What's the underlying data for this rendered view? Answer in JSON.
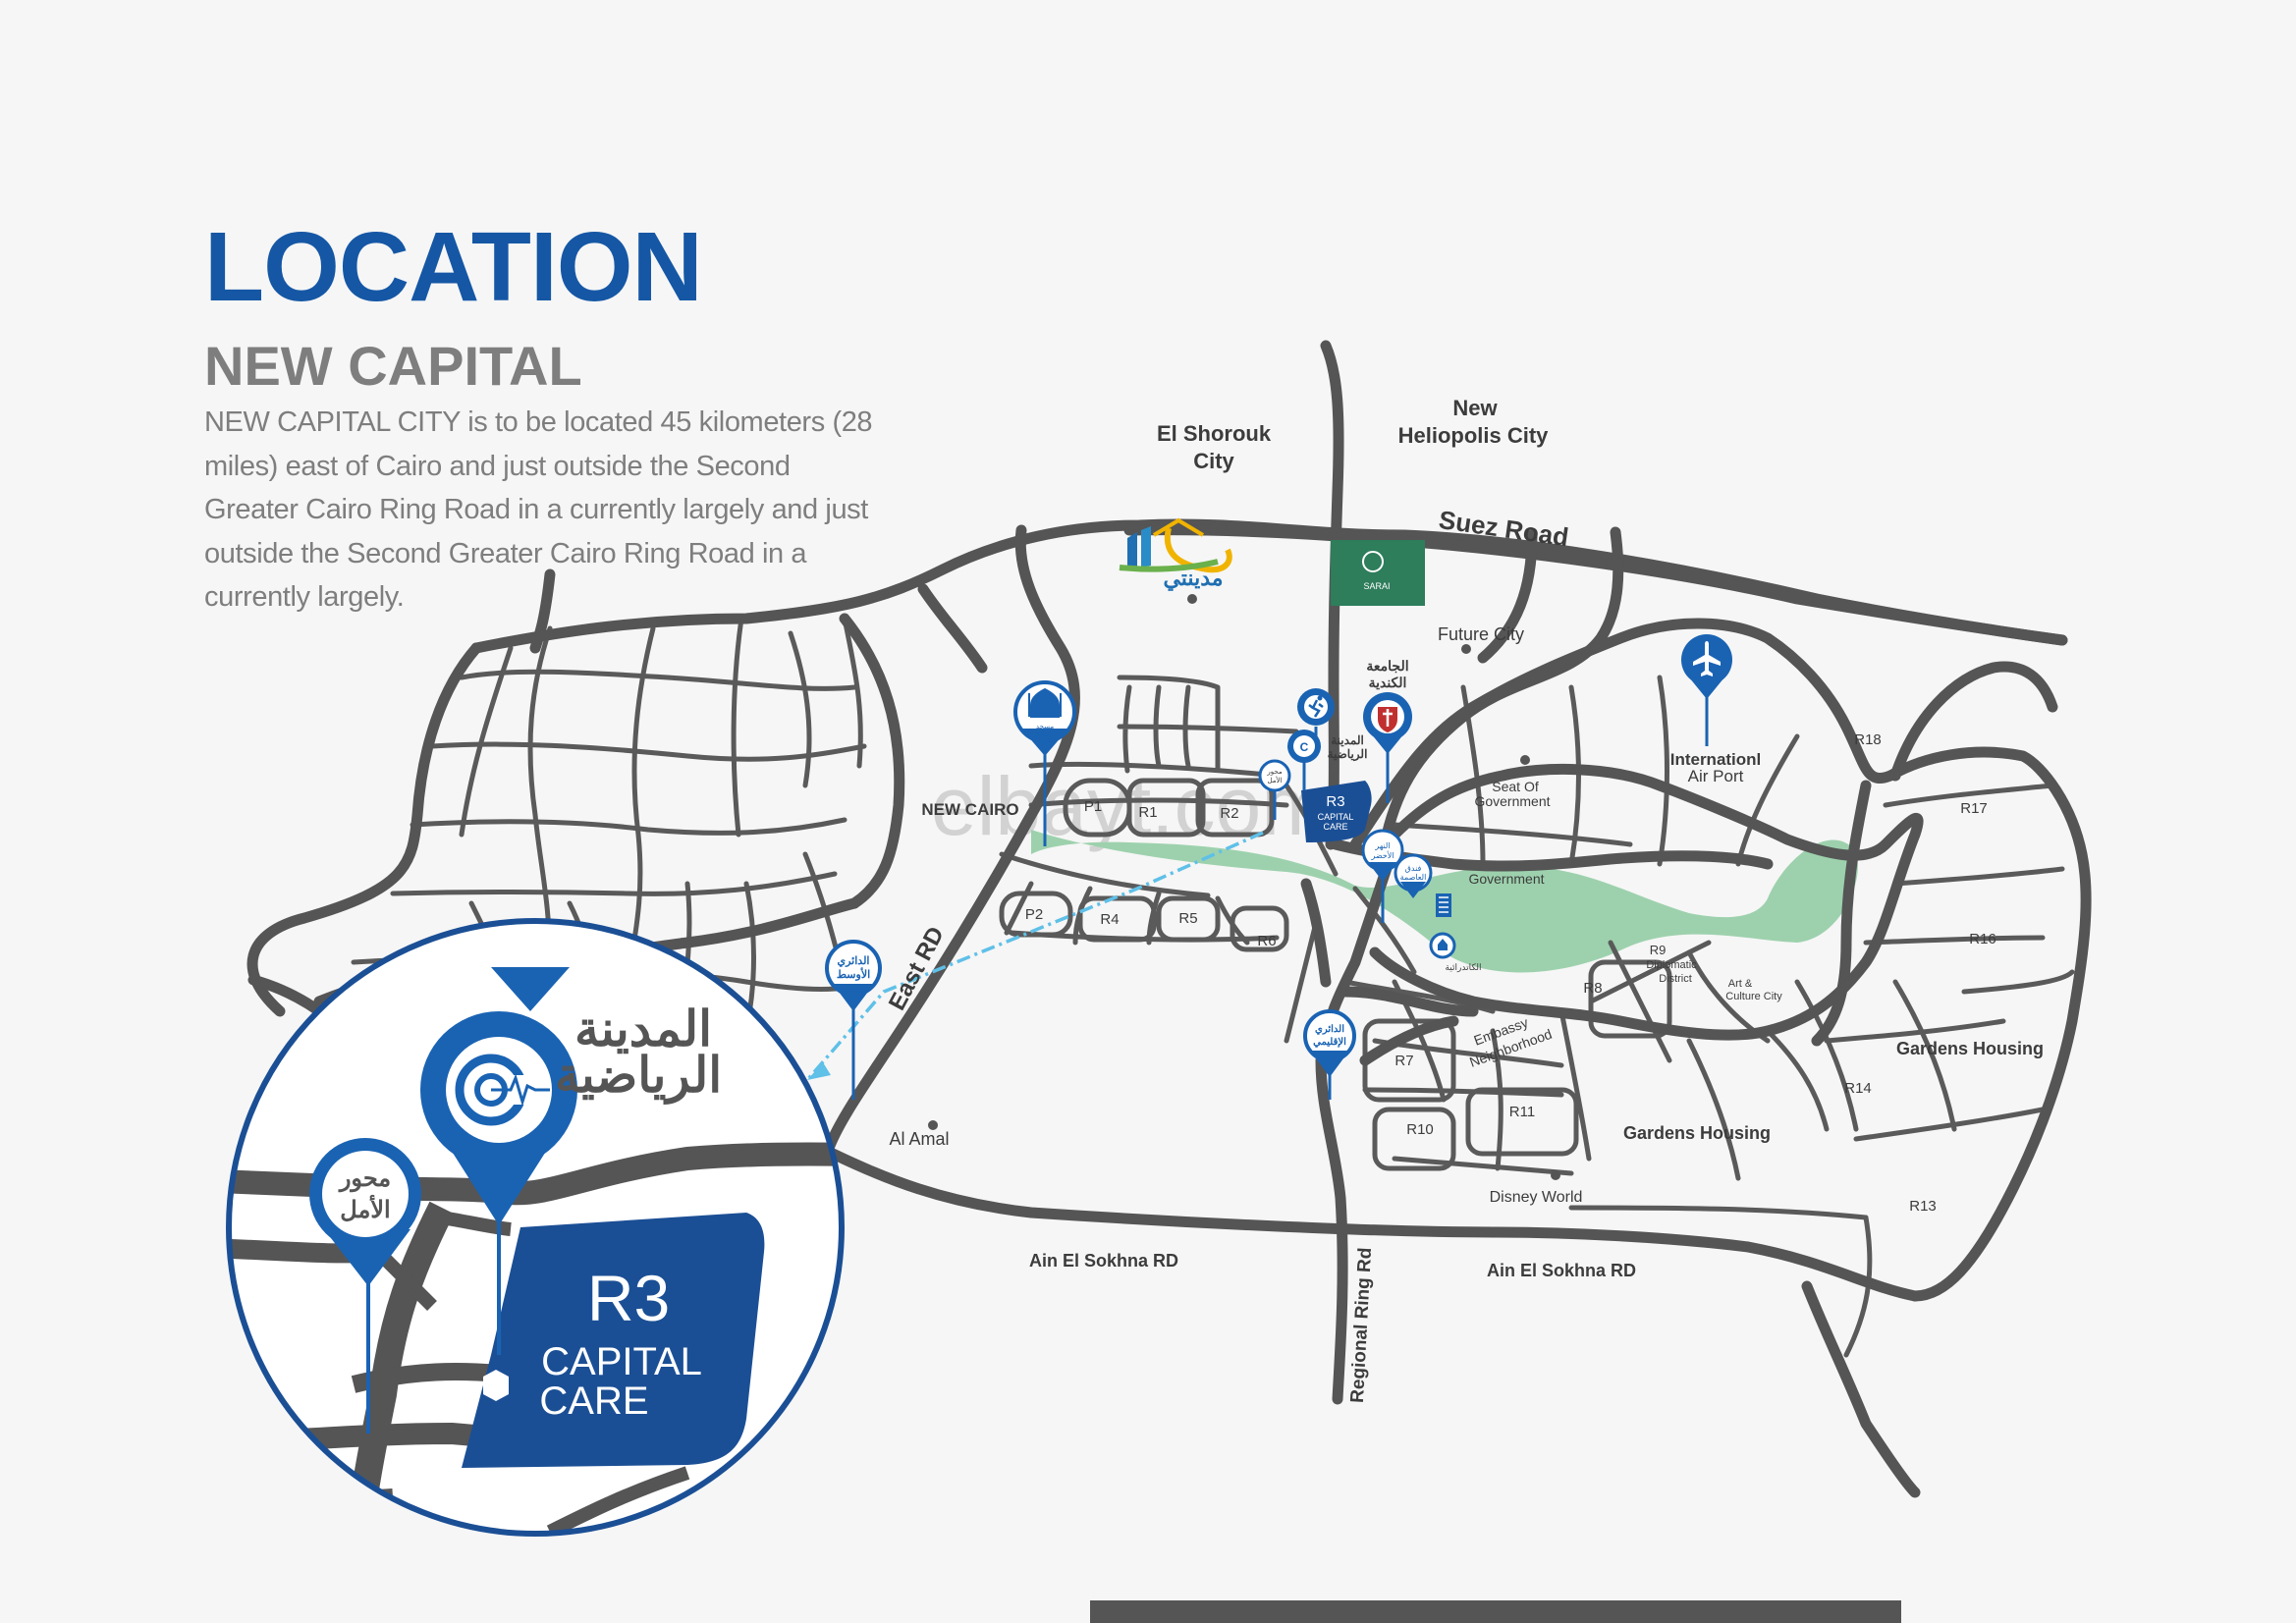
{
  "header": {
    "title": "LOCATION",
    "subtitle": "NEW CAPITAL",
    "description": "NEW CAPITAL CITY is to be located 45 kilometers (28 miles) east of Cairo and just outside the Second Greater Cairo Ring Road in a currently largely and just outside the Second Greater Cairo Ring Road in a currently largely."
  },
  "colors": {
    "title_blue": "#1557a5",
    "marker_blue": "#1a63b3",
    "road_gray": "#555555",
    "green_river": "#9dd1ad",
    "sarai_green": "#2e7d5b"
  },
  "map": {
    "labels": {
      "el_shorouk": [
        "El Shorouk",
        "City"
      ],
      "new_heliopolis": [
        "New",
        "Heliopolis City"
      ],
      "suez_road": "Suez Road",
      "future_city": "Future City",
      "new_cairo": "NEW CAIRO",
      "east_rd": "East RD",
      "al_amal": "Al Amal",
      "seat_of_gov": [
        "Seat Of",
        "Government"
      ],
      "government": "Government",
      "airport": [
        "Internationl",
        "Air Port"
      ],
      "r9_diplomatic": [
        "R9",
        "Diplomatic",
        "District"
      ],
      "art_culture": [
        "Art &",
        "Culture City"
      ],
      "embassy": [
        "Embassy",
        "Neighborhood"
      ],
      "gardens_housing_1": "Gardens Housing",
      "gardens_housing_2": "Gardens Housing",
      "disney_world": "Disney World",
      "ain_sokhna_1": "Ain El Sokhna RD",
      "ain_sokhna_2": "Ain El Sokhna RD",
      "regional_ring": "Regional Ring Rd",
      "al_gamaa": [
        "الجامعة",
        "الكندية"
      ],
      "madinaty_logo": "مدينتي",
      "sarai_logo": "SARAI",
      "watermark": "elbayt.com"
    },
    "districts": [
      "P1",
      "R1",
      "R2",
      "P2",
      "R4",
      "R5",
      "R6",
      "R7",
      "R8",
      "R10",
      "R11",
      "R13",
      "R14",
      "R16",
      "R17",
      "R18"
    ],
    "r3_label": "R3",
    "r3_sublabel": [
      "CAPITAL",
      "CARE"
    ],
    "markers": {
      "mosque": [
        "مسجد",
        "الفتاح",
        "العليم"
      ],
      "sports_city": [
        "المدينة",
        "الرياضية"
      ],
      "mehwar": [
        "محور",
        "الأمل"
      ],
      "green_river": [
        "النهر",
        "الأخضر"
      ],
      "capital_hotel": [
        "فندق",
        "العاصمة"
      ],
      "cathedral": "الكاتدرائية",
      "middle_ring": [
        "الدائري",
        "الأوسط"
      ],
      "regional_ring_ar": [
        "الدائري",
        "الإقليمي"
      ]
    }
  },
  "inset": {
    "sports_city": [
      "المدينة",
      "الرياضية"
    ],
    "mehwar": [
      "محور",
      "الأمل"
    ],
    "r3_label": "R3",
    "r3_sublabel": [
      "CAPITAL",
      "CARE"
    ]
  }
}
